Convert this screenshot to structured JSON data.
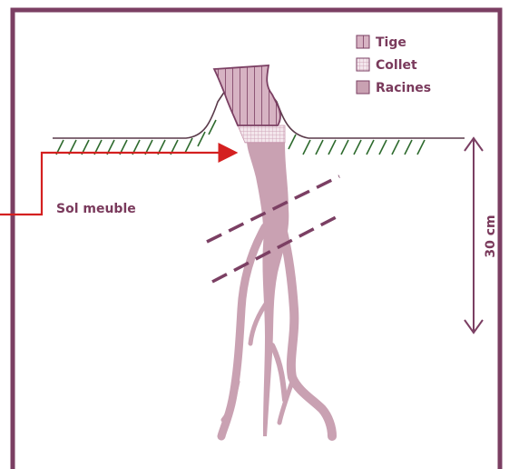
{
  "legend": [
    {
      "label": "Tige",
      "pattern": "vertical-stripes"
    },
    {
      "label": "Collet",
      "pattern": "grid"
    },
    {
      "label": "Racines",
      "pattern": "solid"
    }
  ],
  "soil_label": "Sol meuble",
  "depth_label": "30 cm",
  "colors": {
    "frame": "#7b3f63",
    "tige_fill": "#d7b3c3",
    "tige_stripe": "#7b3f63",
    "collet_fill": "#f3e6ec",
    "collet_grid": "#c898ae",
    "roots": "#c9a1b2",
    "ground_line": "#5a3a4a",
    "grass_hatch": "#2e6b2e",
    "pointer_arrow": "#d42020",
    "cut_lines": "#7b3f63",
    "label_text": "#7a3a5c"
  }
}
